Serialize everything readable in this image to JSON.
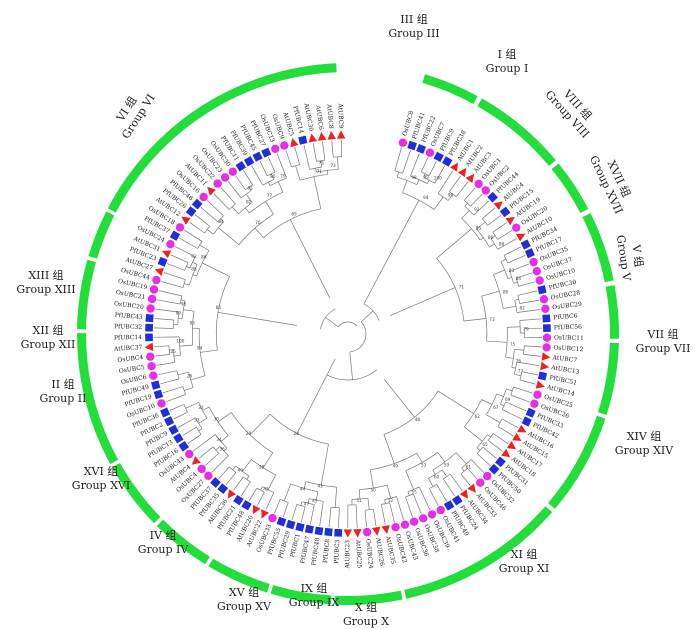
{
  "figure": {
    "type": "circular-phylogenetic-tree",
    "colors": {
      "ring": "#22dd3a",
      "branch": "#777777",
      "os_marker": "#e62ee6",
      "pf_marker": "#1f2fd6",
      "at_marker": "#ee2222",
      "text": "#222222"
    },
    "marker_shapes": {
      "Os": "circle",
      "Pf": "square",
      "At": "triangle"
    }
  },
  "groups": [
    {
      "id": "III",
      "cn": "III 组",
      "en": "Group III"
    },
    {
      "id": "I",
      "cn": "I 组",
      "en": "Group I"
    },
    {
      "id": "VIII",
      "cn": "VIII 组",
      "en": "Group VIII"
    },
    {
      "id": "XVII",
      "cn": "XVII 组",
      "en": "Group XVII"
    },
    {
      "id": "V",
      "cn": "V 组",
      "en": "Group V"
    },
    {
      "id": "VII",
      "cn": "VII 组",
      "en": "Group VII"
    },
    {
      "id": "XIV",
      "cn": "XIV 组",
      "en": "Group XIV"
    },
    {
      "id": "XI",
      "cn": "XI 组",
      "en": "Group XI"
    },
    {
      "id": "X",
      "cn": "X 组",
      "en": "Group X"
    },
    {
      "id": "IX",
      "cn": "IX 组",
      "en": "Group IX"
    },
    {
      "id": "XV",
      "cn": "XV 组",
      "en": "Group XV"
    },
    {
      "id": "IV",
      "cn": "IV 组",
      "en": "Group IV"
    },
    {
      "id": "XVI",
      "cn": "XVI 组",
      "en": "Group XVI"
    },
    {
      "id": "II",
      "cn": "II 组",
      "en": "Group II"
    },
    {
      "id": "XII",
      "cn": "XII 组",
      "en": "Group XII"
    },
    {
      "id": "XIII",
      "cn": "XIII 组",
      "en": "Group XIII"
    },
    {
      "id": "VI",
      "cn": "VI 组",
      "en": "Group VI"
    }
  ],
  "leaves": [
    "OsUBC8",
    "PfUBC41",
    "PfUBC22",
    "OsUBC7",
    "PfUBC9",
    "PfUBC38",
    "AtUBC1",
    "AtUBC2",
    "AtUBC3",
    "OsUBC1",
    "OsUBC2",
    "PfUBC44",
    "AtUBC4",
    "PfUBC15",
    "AtUBC19",
    "OsUBC20",
    "AtUBC10",
    "PfUBC34",
    "PfUBC17",
    "OsUBC35",
    "OsUBC37",
    "OsUBC10",
    "PfUBC30",
    "OsUBC28",
    "OsUBC29",
    "PfUBC6",
    "PfUBC56",
    "OsUBC11",
    "OsUBC12",
    "AtUBC7",
    "AtUBC13",
    "PfUBC51",
    "AtUBC14",
    "OsUBC25",
    "OsUBC26",
    "PfUBC33",
    "PfUBC42",
    "AtUBC16",
    "AtUBC15",
    "AtUBC17",
    "AtUBC18",
    "PfUBC31",
    "PfUBC50",
    "OsUBC32",
    "OsUBC46",
    "AtUBC33",
    "AtUBC34",
    "PfUBC24",
    "PfUBC40",
    "OsUBC41",
    "OsUBC39",
    "OsUBC38",
    "OsUBC36",
    "OsUBC43",
    "OsUBC42",
    "AtUBC35",
    "AtUBC26",
    "OsUBC24",
    "AtUBC25",
    "AtUBC23",
    "PfUBC3",
    "PfUBC8",
    "PfUBC48",
    "PfUBC47",
    "PfUBC1",
    "PfUBC29",
    "PfUBC55",
    "OsUBC33",
    "AtUBC22",
    "AtUBC20",
    "PfUBC48",
    "PfUBC21",
    "AtUBC36",
    "PfUBC35",
    "PfUBC37",
    "OsUBC27",
    "OsUBC4",
    "AtUBC4",
    "OsUBC43",
    "PfUBC16",
    "PfUBC13",
    "PfUBC9",
    "PfUBC2",
    "PfUBC36",
    "OsUBC10",
    "PfUBC19",
    "PfUBC49",
    "OsUBC6",
    "OsUBC5",
    "OsUBC4",
    "AtUBC37",
    "PfUBC14",
    "PfUBC32",
    "PfUBC43",
    "OsUBC20",
    "OsUBC21",
    "OsUBC19",
    "OsUBC44",
    "AtUBC27",
    "PfUBC23",
    "AtUBC31",
    "OsUBC24",
    "PfUBC37",
    "OsUBC18",
    "AtUBC12",
    "PfUBC26",
    "PfUBC46",
    "OsUBC16",
    "AtUBC11",
    "OsUBC22",
    "OsUBC23",
    "OsUBC30",
    "PfUBC11",
    "PfUBC39",
    "PfUBC45",
    "PfUBC27",
    "OsUBC13",
    "OsUBC9",
    "AtUBC5",
    "PfUBC14",
    "AtUBC30",
    "AtUBC6",
    "AtUBC8",
    "AtUBC9"
  ],
  "bootstrap": [
    "100",
    "99",
    "98",
    "95",
    "94",
    "92",
    "88",
    "86",
    "85",
    "84",
    "83",
    "82",
    "80",
    "79",
    "77",
    "76",
    "75",
    "73",
    "71",
    "69",
    "67",
    "65",
    "62",
    "61",
    "60",
    "59",
    "55",
    "53",
    "52",
    "51",
    "50",
    "49",
    "48",
    "47",
    "45",
    "44",
    "43",
    "42",
    "40",
    "38",
    "36",
    "34",
    "33",
    "32",
    "30",
    "29",
    "28",
    "26",
    "25"
  ]
}
